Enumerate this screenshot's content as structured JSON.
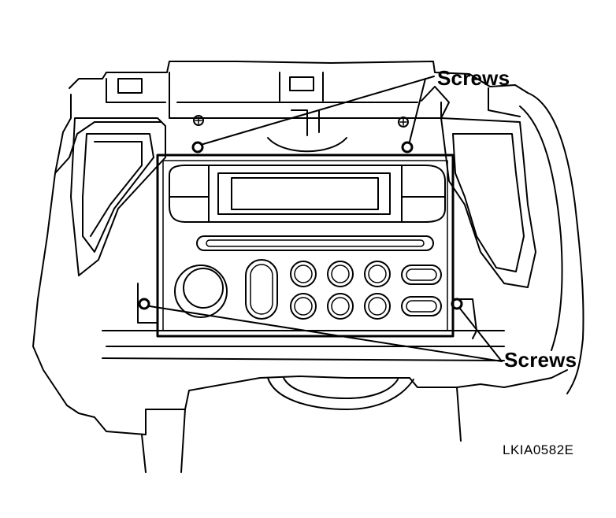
{
  "callouts": {
    "top": "Screws",
    "bottom": "Screws"
  },
  "figure_id": "LKIA0582E",
  "colors": {
    "line": "#000000",
    "background": "#ffffff"
  }
}
